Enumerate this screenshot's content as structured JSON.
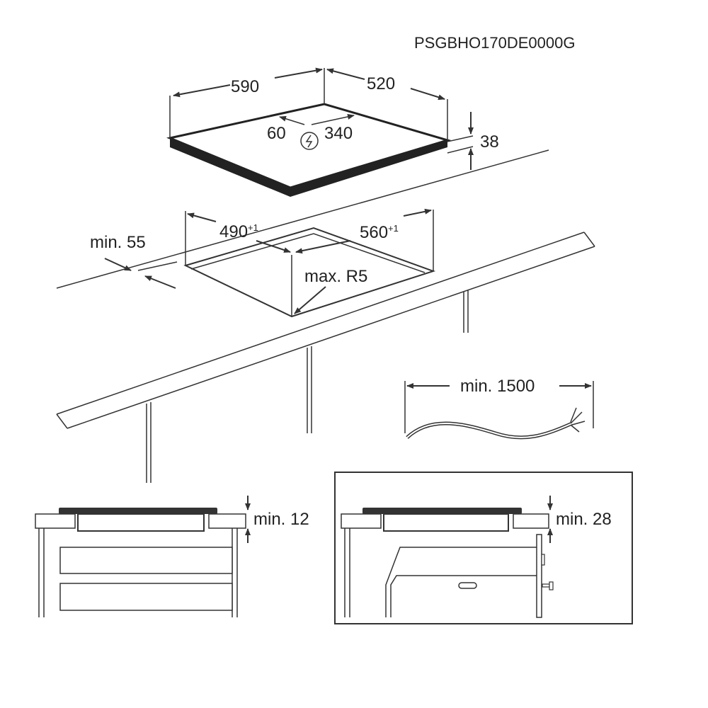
{
  "model_code": "PSGBHO170DE0000G",
  "hob": {
    "width": "590",
    "depth": "520",
    "height": "38",
    "connection_offset": "60",
    "connection_distance": "340",
    "connection_icon": "electric-connection-icon"
  },
  "cutout": {
    "width": "490",
    "width_tolerance": "+1",
    "depth": "560",
    "depth_tolerance": "+1",
    "front_distance": "min. 55",
    "corner_radius": "max. R5"
  },
  "cable": {
    "length": "min. 1500"
  },
  "sections": {
    "drawer_clearance": "min. 12",
    "oven_clearance": "min. 28"
  },
  "colors": {
    "line": "#333333",
    "background": "#ffffff"
  }
}
